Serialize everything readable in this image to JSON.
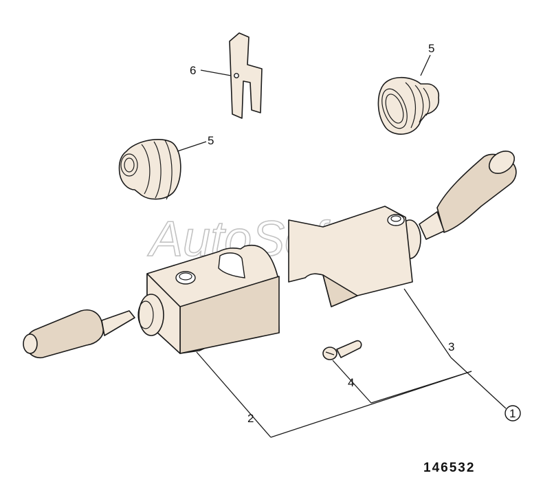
{
  "diagram": {
    "callouts": {
      "c1": "1",
      "c2": "2",
      "c3": "3",
      "c4": "4",
      "c5a": "5",
      "c5b": "5",
      "c6": "6"
    },
    "drawing_number": "146532",
    "watermark": "AutoSoft"
  }
}
